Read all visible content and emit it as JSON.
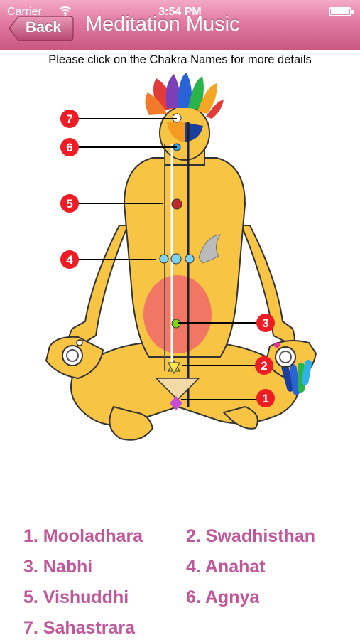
{
  "status_bar": {
    "carrier": "Carrier",
    "time": "3:54 PM"
  },
  "nav": {
    "back_label": "Back",
    "title": "Meditation Music"
  },
  "instruction": "Please click on the Chakra Names for more details",
  "markers": [
    "1",
    "2",
    "3",
    "4",
    "5",
    "6",
    "7"
  ],
  "chakras": [
    "1. Mooladhara",
    "2. Swadhisthan",
    "3. Nabhi",
    "4. Anahat",
    "5. Vishuddhi",
    "6. Agnya",
    "7. Sahastrara"
  ],
  "colors": {
    "nav_top": "#f4a9c6",
    "nav_bottom": "#c9577f",
    "chakra_text": "#c2569b",
    "marker": "#ee1c24",
    "body": "#f7c443"
  }
}
